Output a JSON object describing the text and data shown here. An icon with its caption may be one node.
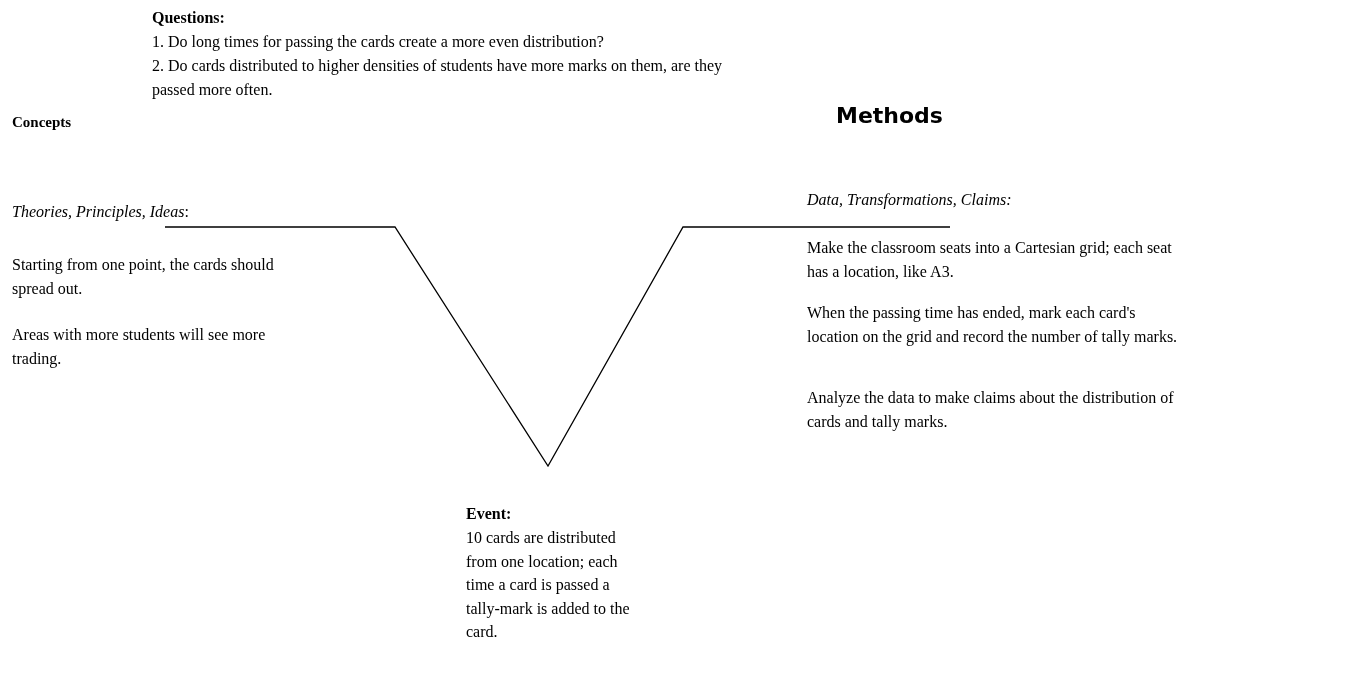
{
  "diagram": {
    "labels": [
      "Questions:",
      "1. Do long times for passing the cards create a more even distribution?",
      "2. Do cards distributed to higher densities of students have more marks on them, are they passed more often.",
      "Concepts",
      "Methods",
      "*Theories, Principles, Ideas*:",
      "Starting from one point, the cards should spread out.",
      "Areas with more students will see more trading.",
      "Data, Transformations, Claims:",
      "Make the classroom seats into a Cartesian grid; each seat has a location, like A3.",
      "When the passing time has ended, mark each card's location on the grid and record the number of tally marks.",
      "Analyze the data to make claims about the distribution of cards and tally marks.",
      "Event:",
      "10 cards are distributed from one location; each time a card is passed a tally-mark is added to the card."
    ]
  }
}
